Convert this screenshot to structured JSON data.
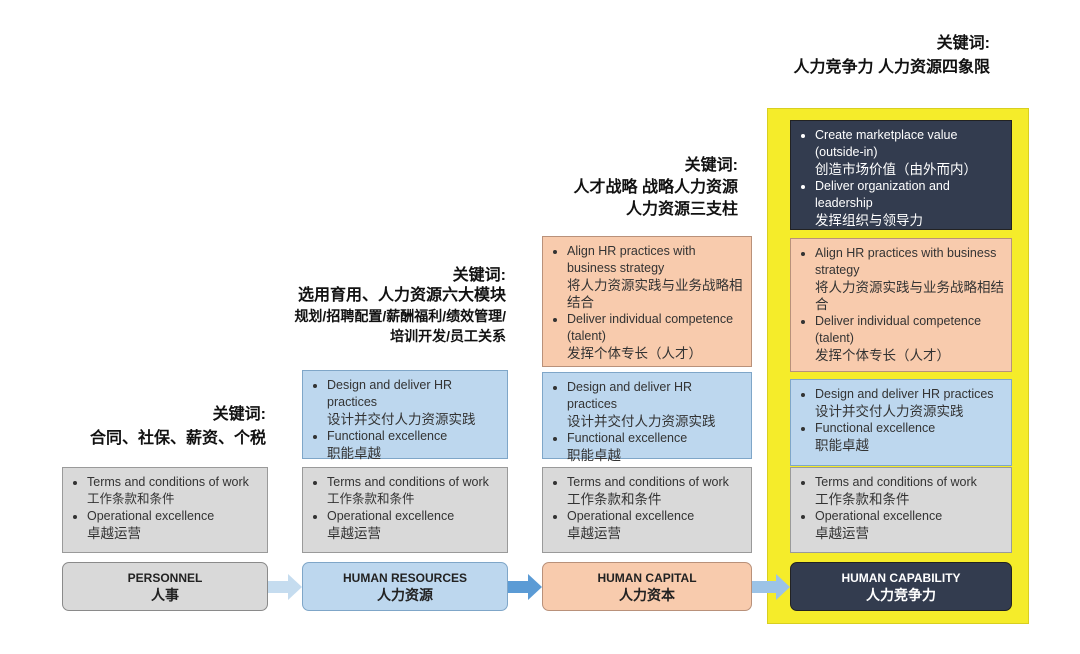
{
  "columns": [
    {
      "keyword_title": "关键词:",
      "keywords": [
        "合同、社保、薪资、个税"
      ],
      "stage": {
        "en": "PERSONNEL",
        "cn": "人事"
      },
      "grey": {
        "i1_en": "Terms and conditions of work",
        "i1_cn": "工作条款和条件",
        "i2_en": "Operational excellence",
        "i2_cn": "卓越运营"
      }
    },
    {
      "keyword_title": "关键词:",
      "keywords": [
        "选用育用、人力资源六大模块",
        "规划/招聘配置/薪酬福利/绩效管理/",
        "培训开发/员工关系"
      ],
      "stage": {
        "en": "HUMAN RESOURCES",
        "cn": "人力资源"
      },
      "grey": {
        "i1_en": "Terms and conditions of work",
        "i1_cn": "工作条款和条件",
        "i2_en": "Operational excellence",
        "i2_cn": "卓越运营"
      },
      "blue": {
        "i1_en": "Design and deliver HR practices",
        "i1_cn": "设计并交付人力资源实践",
        "i2_en": "Functional excellence",
        "i2_cn": "职能卓越"
      }
    },
    {
      "keyword_title": "关键词:",
      "keywords": [
        "人才战略 战略人力资源",
        "人力资源三支柱"
      ],
      "stage": {
        "en": "HUMAN CAPITAL",
        "cn": "人力资本"
      },
      "grey": {
        "i1_en": "Terms and conditions of work",
        "i1_cn": "工作条款和条件",
        "i2_en": "Operational excellence",
        "i2_cn": "卓越运营"
      },
      "blue": {
        "i1_en": "Design and deliver HR practices",
        "i1_cn": "设计并交付人力资源实践",
        "i2_en": "Functional excellence",
        "i2_cn": "职能卓越"
      },
      "orange": {
        "i1_en": "Align HR practices with business strategy",
        "i1_cn": "将人力资源实践与业务战略相结合",
        "i2_en": "Deliver individual competence (talent)",
        "i2_cn": "发挥个体专长（人才）"
      }
    },
    {
      "keyword_title": "关键词:",
      "keywords": [
        "人力竞争力 人力资源四象限"
      ],
      "stage": {
        "en": "HUMAN CAPABILITY",
        "cn": "人力竞争力"
      },
      "grey": {
        "i1_en": "Terms and conditions of work",
        "i1_cn": "工作条款和条件",
        "i2_en": "Operational excellence",
        "i2_cn": "卓越运营"
      },
      "blue": {
        "i1_en": "Design and deliver HR practices",
        "i1_cn": "设计并交付人力资源实践",
        "i2_en": "Functional excellence",
        "i2_cn": "职能卓越"
      },
      "orange": {
        "i1_en": "Align HR practices with business strategy",
        "i1_cn": "将人力资源实践与业务战略相结合",
        "i2_en": "Deliver individual competence (talent)",
        "i2_cn": "发挥个体专长（人才）"
      },
      "dark": {
        "i1_en": "Create marketplace value (outside-in)",
        "i1_cn": "创造市场价值（由外而内）",
        "i2_en": "Deliver organization and leadership",
        "i2_cn": "发挥组织与领导力"
      }
    }
  ],
  "colors": {
    "highlight": "#f5ec2a",
    "grey": "#d9d9d9",
    "blue": "#bdd7ee",
    "orange": "#f8cbad",
    "dark": "#333c4f",
    "arrow": "#5b9bd5"
  }
}
